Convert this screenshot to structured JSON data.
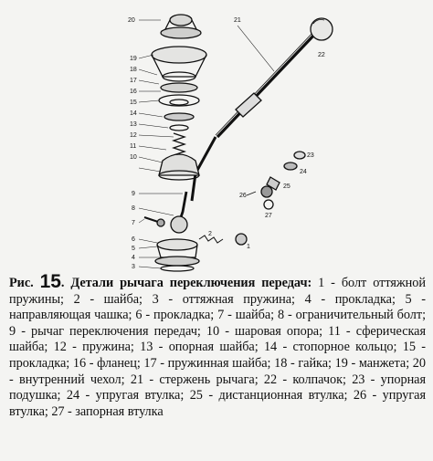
{
  "figure": {
    "callouts": [
      "1",
      "2",
      "3",
      "4",
      "5",
      "6",
      "7",
      "8",
      "9",
      "10",
      "11",
      "12",
      "13",
      "14",
      "15",
      "16",
      "17",
      "18",
      "19",
      "20",
      "21",
      "22",
      "23",
      "24",
      "25",
      "26",
      "27"
    ]
  },
  "caption": {
    "prefix": "Рис.",
    "number": "15",
    "title": ". Детали рычага переключения передач:",
    "body": "1 - болт оттяжной пружины; 2 - шайба; 3 - оттяжная пружина; 4 - прокладка; 5 - направляющая чашка; 6 - прокладка; 7 - шайба; 8 - ограничительный болт; 9 - рычаг переключения передач; 10 - шаровая опора; 11 - сферическая шайба; 12 - пружина; 13 - опорная шайба; 14 - стопорное кольцо; 15 - прокладка; 16 - фланец; 17 - пружинная шайба; 18 - гайка; 19 - манжета; 20 - внутренний чехол; 21 - стержень рычага; 22 - колпачок; 23 - упорная подушка; 24 - упругая втулка; 25 - дистанционная втулка; 26 - упругая втулка; 27 - запорная втулка"
  }
}
